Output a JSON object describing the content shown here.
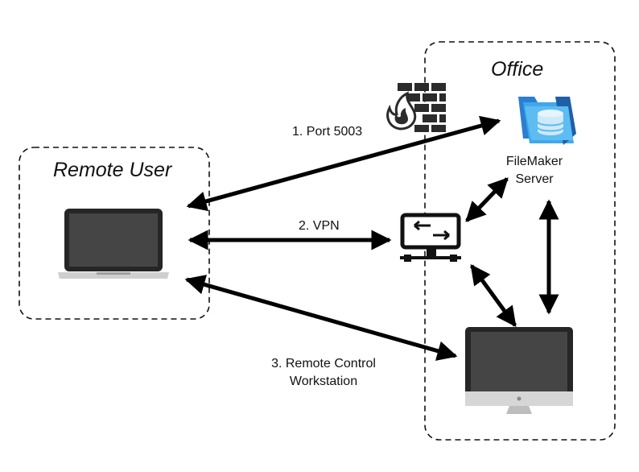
{
  "groups": {
    "remote": {
      "title": "Remote User"
    },
    "office": {
      "title": "Office"
    }
  },
  "connections": {
    "port": {
      "label": "1. Port 5003"
    },
    "vpn": {
      "label": "2. VPN"
    },
    "remote_control": {
      "label_line1": "3. Remote Control",
      "label_line2": "Workstation"
    }
  },
  "server": {
    "label_line1": "FileMaker",
    "label_line2": "Server"
  },
  "icons": {
    "firewall": "firewall-icon",
    "filemaker": "filemaker-icon",
    "laptop": "laptop-icon",
    "network": "network-switch-icon",
    "desktop": "desktop-computer-icon"
  },
  "colors": {
    "line": "#000000",
    "firewall_brick": "#2b2b2b",
    "filemaker_blue": "#2f9be0",
    "screen": "#454545",
    "body_silver": "#cfcfcf"
  }
}
